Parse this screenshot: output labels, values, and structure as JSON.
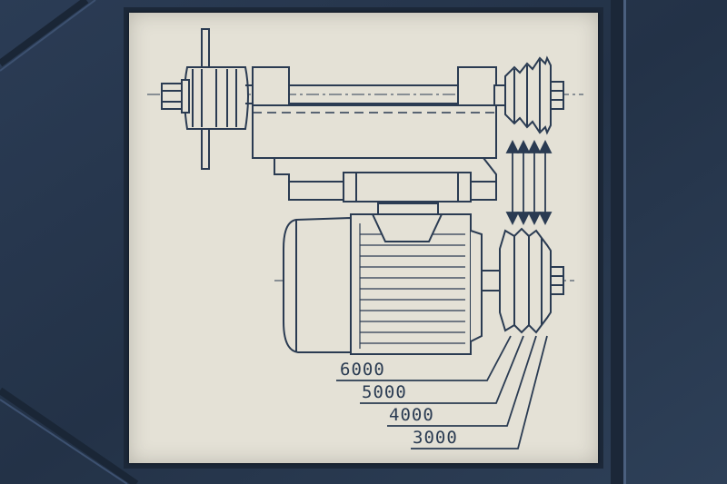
{
  "panel": {
    "speed_labels": [
      "6000",
      "5000",
      "4000",
      "3000"
    ]
  },
  "colors": {
    "plate": "#e4e1d6",
    "ink": "#2a3b52",
    "housing": "#26364d"
  }
}
